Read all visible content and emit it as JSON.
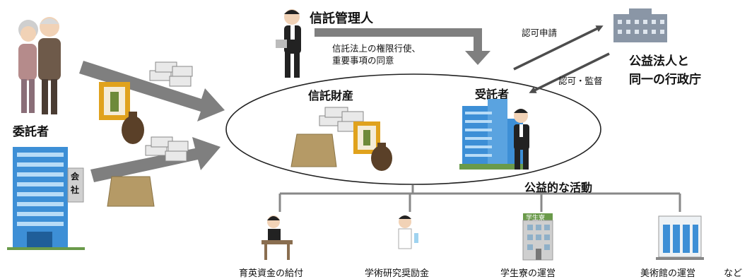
{
  "labels": {
    "settlor": "委託者",
    "trust_manager": "信託管理人",
    "trust_manager_note": "信託法上の権限行使、\n重要事項の同意",
    "trust_property": "信託財産",
    "trustee": "受託者",
    "apply": "認可申請",
    "approve": "認可・監督",
    "authority": "公益法人と\n同一の行政庁",
    "public_activity": "公益的な活動",
    "company_sign": "会\n社",
    "dorm_sign": "学生寮"
  },
  "activities": [
    {
      "label": "育英資金の給付"
    },
    {
      "label": "学術研究奨励金"
    },
    {
      "label": "学生寮の運営"
    },
    {
      "label": "美術館の運営"
    }
  ],
  "activities_suffix": "など",
  "colors": {
    "arrow": "#7f7f7f",
    "building_blue": "#3d8fd6",
    "land": "#b59a66",
    "frame": "#e0a21d"
  }
}
